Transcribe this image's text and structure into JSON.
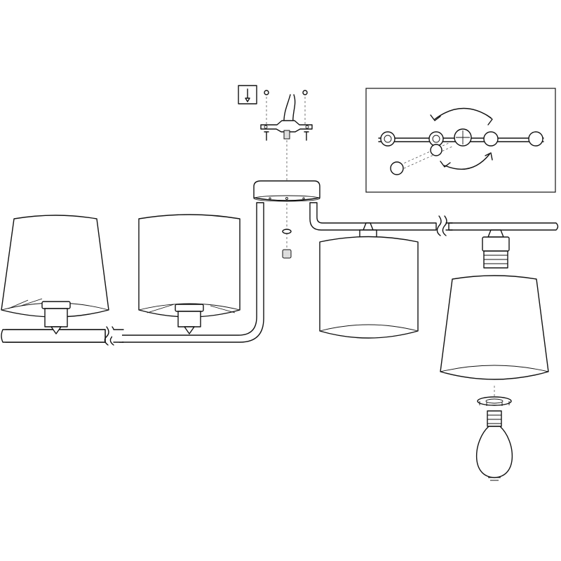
{
  "diagram": {
    "colors": {
      "line": "#111111",
      "background": "#ffffff",
      "guide": "#555555",
      "fill": "#dddddd"
    },
    "parts": [
      "ceiling-bracket",
      "fixing-screws",
      "wall-plugs",
      "mains-wires",
      "ceiling-canopy",
      "lamp-arm",
      "lamp-shade",
      "lamp-holder",
      "shade-ring",
      "light-bulb",
      "drill-icon"
    ],
    "inset": {
      "ring_count": 5
    }
  }
}
